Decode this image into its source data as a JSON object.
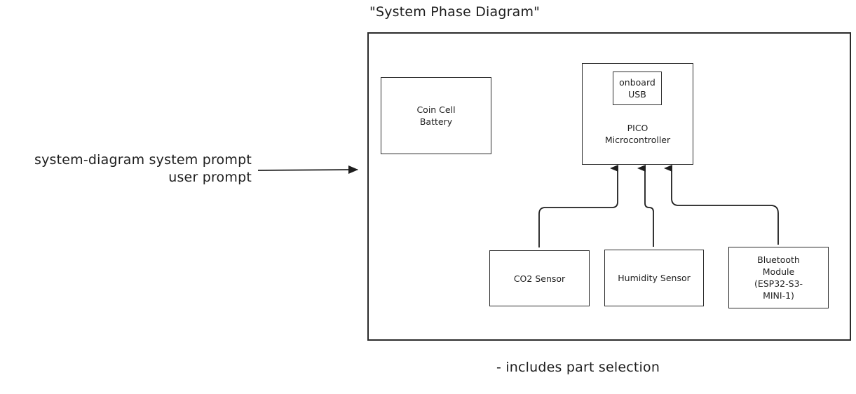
{
  "title": "\"System Phase Diagram\"",
  "input_label": {
    "line1": "system-diagram system prompt",
    "line2": "user prompt"
  },
  "footnote": "- includes part selection",
  "diagram": {
    "battery": {
      "line1": "Coin Cell",
      "line2": "Battery"
    },
    "microcontroller": {
      "line1": "PICO",
      "line2": "Microcontroller"
    },
    "usb": {
      "line1": "onboard",
      "line2": "USB"
    },
    "co2_sensor": {
      "label": "CO2 Sensor"
    },
    "humidity_sensor": {
      "label": "Humidity Sensor"
    },
    "bluetooth": {
      "line1": "Bluetooth",
      "line2": "Module",
      "line3": "(ESP32-S3-",
      "line4": "MINI-1)"
    },
    "connections": [
      {
        "from": "CO2 Sensor",
        "to": "PICO Microcontroller"
      },
      {
        "from": "Humidity Sensor",
        "to": "PICO Microcontroller"
      },
      {
        "from": "Bluetooth Module (ESP32-S3-MINI-1)",
        "to": "PICO Microcontroller"
      },
      {
        "from": "system-diagram system prompt / user prompt",
        "to": "System Phase Diagram"
      }
    ]
  }
}
